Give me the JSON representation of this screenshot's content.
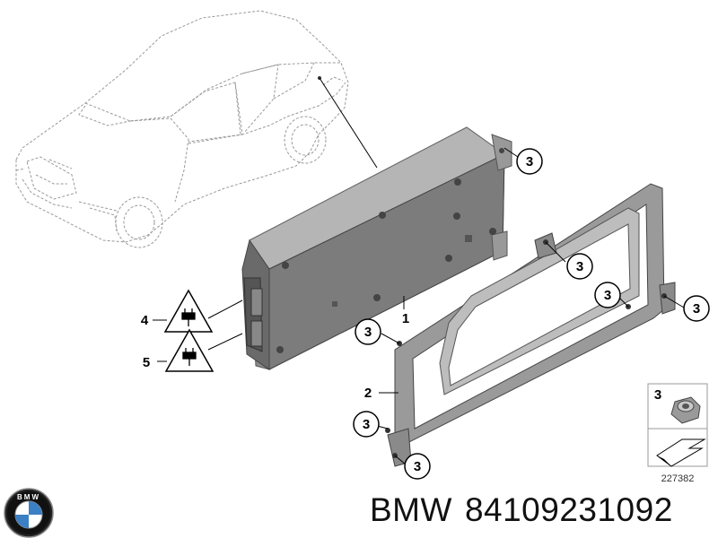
{
  "brand": "BMW",
  "part_number": "84109231092",
  "image_number": "227382",
  "callouts": {
    "c1": "1",
    "c2": "2",
    "c3": "3",
    "c4": "4",
    "c5": "5"
  },
  "legend": {
    "item": "3",
    "part": "nut"
  },
  "logo": {
    "text": "BMW"
  }
}
